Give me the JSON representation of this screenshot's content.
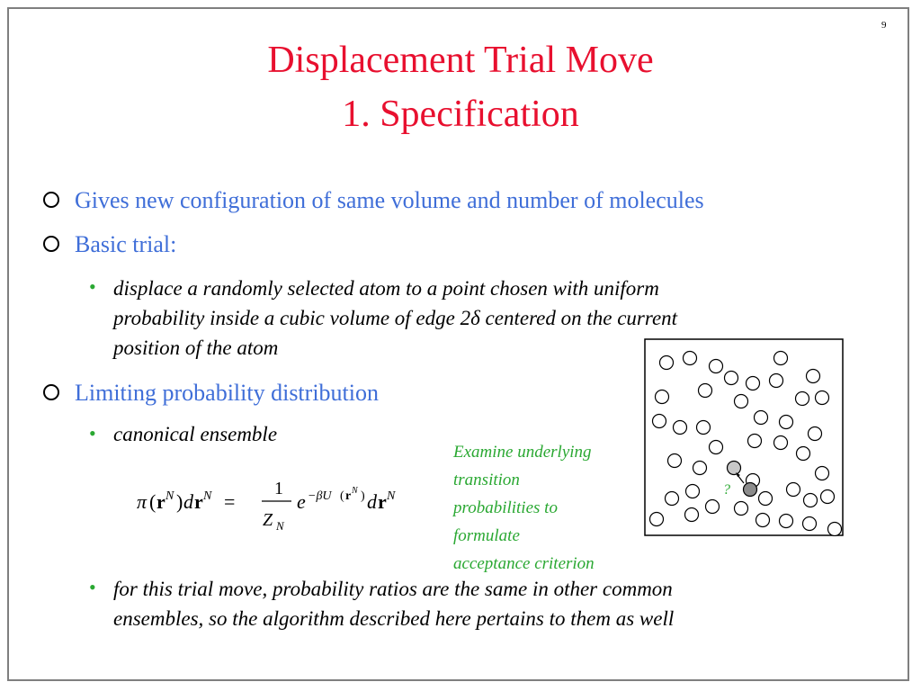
{
  "slide": {
    "page_number": "9",
    "title_line1": "Displacement Trial Move",
    "title_line2": "1. Specification"
  },
  "bullets": [
    {
      "text": "Gives new configuration of same volume and number of molecules"
    },
    {
      "text": "Basic trial:"
    },
    {
      "text": "Limiting probability distribution"
    }
  ],
  "subbullets": {
    "displace_line1": "displace a randomly selected atom to a point chosen with uniform",
    "displace_line2a": "probability inside a cubic volume of edge 2",
    "displace_delta": "δ",
    "displace_line2b": " centered on the current",
    "displace_line3": "position of the atom",
    "canonical": "canonical ensemble",
    "ratios_line1": "for this trial move, probability ratios are the same in other common",
    "ratios_line2": "ensembles, so the algorithm described here pertains to them as well"
  },
  "note": {
    "line1": "Examine underlying",
    "line2": "transition",
    "line3": "probabilities to",
    "line4": "formulate",
    "line5": "acceptance criterion"
  },
  "equation": {
    "pi": "π",
    "r": "r",
    "N": "N",
    "d": "d",
    "equals": "=",
    "numerator": "1",
    "Z": "Z",
    "e": "e",
    "exponent_lead": "−βU",
    "paren_open": "(",
    "paren_close": ")"
  },
  "diagram": {
    "question_mark": "?",
    "colors": {
      "old_position_fill": "#c8c8c8",
      "new_position_fill": "#8c8c8c",
      "question_color": "#2aa832"
    }
  },
  "colors": {
    "title": "#e8102f",
    "bullet_text": "#3f6ed8",
    "note": "#2aa832"
  }
}
